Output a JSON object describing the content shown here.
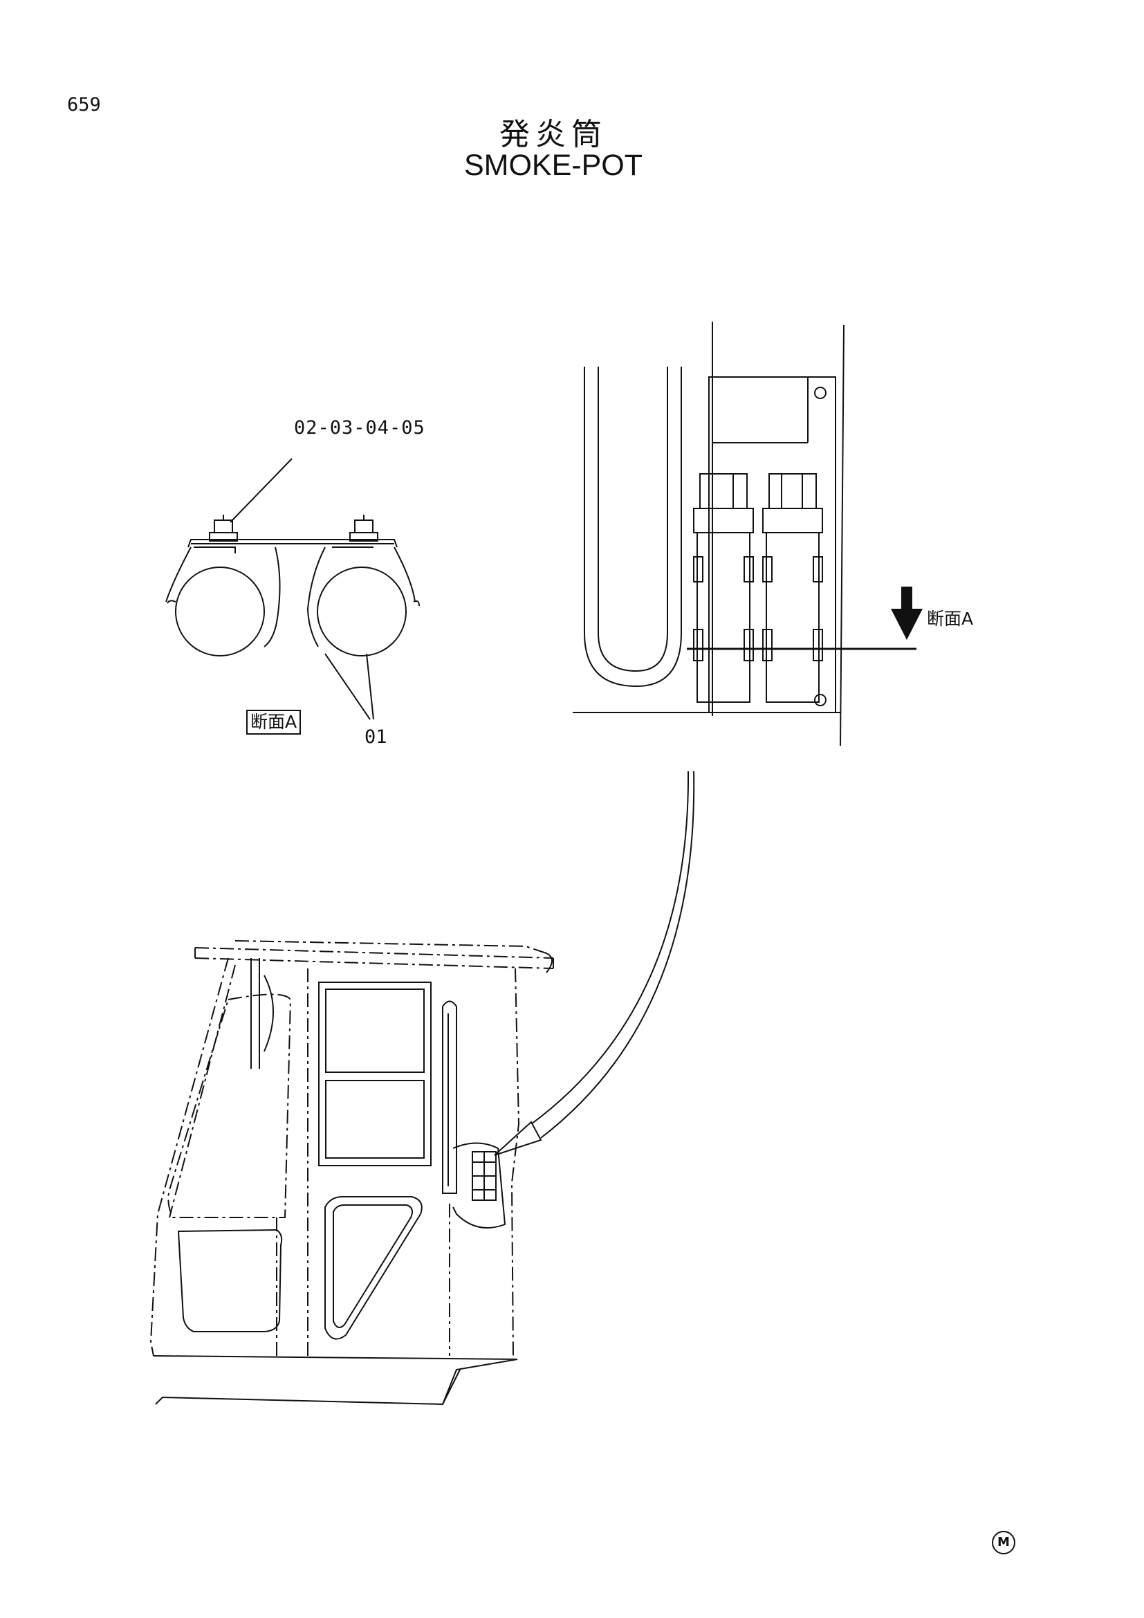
{
  "page": {
    "number": "659"
  },
  "title": {
    "japanese": "発炎筒",
    "english": "SMOKE-POT"
  },
  "callouts": {
    "parts_top": "02-03-04-05",
    "part_bottom": "01"
  },
  "section": {
    "box_label": "断面A",
    "arrow_label": "断面A"
  },
  "maker_mark": "M"
}
